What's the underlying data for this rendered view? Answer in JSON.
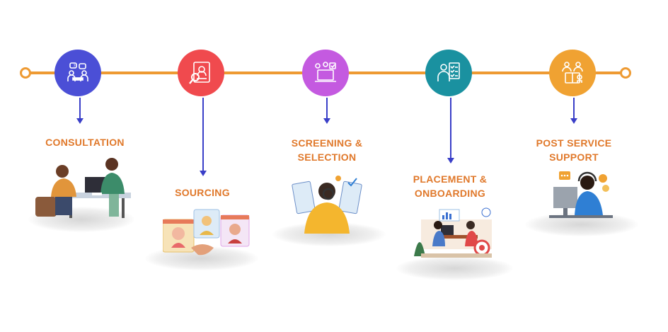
{
  "colors": {
    "timeline": "#EE9A32",
    "arrow": "#3A3FC8",
    "label": "#E0782A"
  },
  "steps": [
    {
      "label_lines": [
        "CONSULTATION"
      ],
      "color": "#4B4FD6",
      "icon": "meeting-icon"
    },
    {
      "label_lines": [
        "SOURCING"
      ],
      "color": "#F04A4E",
      "icon": "resume-search-icon"
    },
    {
      "label_lines": [
        "SCREENING &",
        "SELECTION"
      ],
      "color": "#C45AE0",
      "icon": "laptop-review-icon"
    },
    {
      "label_lines": [
        "PLACEMENT &",
        "ONBOARDING"
      ],
      "color": "#1A91A0",
      "icon": "checklist-person-icon"
    },
    {
      "label_lines": [
        "POST SERVICE",
        "SUPPORT"
      ],
      "color": "#F0A232",
      "icon": "support-team-icon"
    }
  ]
}
